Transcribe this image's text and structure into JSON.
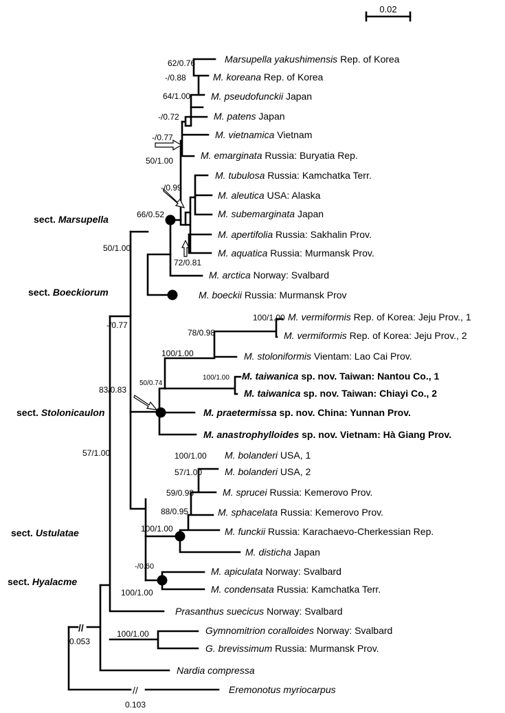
{
  "scale_bar": {
    "label": "0.02"
  },
  "taxa": [
    {
      "id": "t1",
      "name": "Marsupella yakushimensis",
      "locality": " Rep. of Korea",
      "bold": false
    },
    {
      "id": "t2",
      "name": "M. koreana",
      "locality": " Rep. of Korea",
      "bold": false
    },
    {
      "id": "t3",
      "name": "M. pseudofunckii",
      "locality": " Japan",
      "bold": false
    },
    {
      "id": "t4",
      "name": "M. patens",
      "locality": " Japan",
      "bold": false
    },
    {
      "id": "t5",
      "name": "M. vietnamica",
      "locality": " Vietnam",
      "bold": false
    },
    {
      "id": "t6",
      "name": "M. emarginata",
      "locality": " Russia: Buryatia Rep.",
      "bold": false
    },
    {
      "id": "t7",
      "name": "M. tubulosa",
      "locality": " Russia: Kamchatka Terr.",
      "bold": false
    },
    {
      "id": "t8",
      "name": "M. aleutica",
      "locality": " USA: Alaska",
      "bold": false
    },
    {
      "id": "t9",
      "name": "M. subemarginata",
      "locality": " Japan",
      "bold": false
    },
    {
      "id": "t10",
      "name": "M. apertifolia",
      "locality": " Russia: Sakhalin Prov.",
      "bold": false
    },
    {
      "id": "t11",
      "name": "M. aquatica",
      "locality": " Russia: Murmansk Prov.",
      "bold": false
    },
    {
      "id": "t12",
      "name": "M. arctica",
      "locality": " Norway: Svalbard",
      "bold": false
    },
    {
      "id": "t13",
      "name": "M. boeckii",
      "locality": " Russia: Murmansk Prov",
      "bold": false
    },
    {
      "id": "t14",
      "name": "M. vermiformis",
      "locality": " Rep. of Korea: Jeju Prov., 1",
      "bold": false
    },
    {
      "id": "t15",
      "name": "M. vermiformis",
      "locality": " Rep. of Korea: Jeju Prov., 2",
      "bold": false
    },
    {
      "id": "t16",
      "name": "M. stoloniformis",
      "locality": " Vientam: Lao Cai Prov.",
      "bold": false
    },
    {
      "id": "t17",
      "name": "M. taiwanica",
      "locality": " sp. nov. Taiwan: Nantou Co., 1",
      "bold": true
    },
    {
      "id": "t18",
      "name": "M. taiwanica",
      "locality": " sp. nov. Taiwan: Chiayi Co., 2",
      "bold": true
    },
    {
      "id": "t19",
      "name": "M. praetermissa",
      "locality": " sp. nov. China: Yunnan Prov.",
      "bold": true
    },
    {
      "id": "t20",
      "name": "M. anastrophylloides",
      "locality": " sp. nov. Vietnam: Hà Giang Prov.",
      "bold": true
    },
    {
      "id": "t21",
      "name": "M. bolanderi",
      "locality": " USA, 1",
      "bold": false
    },
    {
      "id": "t22",
      "name": "M. bolanderi",
      "locality": " USA, 2",
      "bold": false
    },
    {
      "id": "t23",
      "name": "M. sprucei",
      "locality": " Russia: Kemerovo Prov.",
      "bold": false
    },
    {
      "id": "t24",
      "name": "M. sphacelata",
      "locality": " Russia: Kemerovo Prov.",
      "bold": false
    },
    {
      "id": "t25",
      "name": "M. funckii",
      "locality": " Russia: Karachaevo-Cherkessian Rep.",
      "bold": false
    },
    {
      "id": "t26",
      "name": "M. disticha",
      "locality": " Japan",
      "bold": false
    },
    {
      "id": "t27",
      "name": "M. apiculata",
      "locality": " Norway: Svalbard",
      "bold": false
    },
    {
      "id": "t28",
      "name": "M. condensata",
      "locality": " Russia: Kamchatka Terr.",
      "bold": false
    },
    {
      "id": "t29",
      "name": "Prasanthus suecicus",
      "locality": " Norway: Svalbard",
      "bold": false
    },
    {
      "id": "t30",
      "name": "Gymnomitrion coralloides",
      "locality": " Norway: Svalbard",
      "bold": false
    },
    {
      "id": "t31",
      "name": "G. brevissimum",
      "locality": " Russia: Murmansk Prov.",
      "bold": false
    },
    {
      "id": "t32",
      "name": "Nardia compressa",
      "locality": "",
      "bold": false
    },
    {
      "id": "t33",
      "name": "Eremonotus myriocarpus",
      "locality": "",
      "bold": false
    }
  ],
  "support_values": [
    "62/0.76",
    "-/0.88",
    "64/1.00",
    "-/0.72",
    "-/0.77",
    "50/1.00",
    "-/0.99",
    "66/0.52",
    "72/0.81",
    "50/1.00",
    "-/0.77",
    "100/1.00",
    "78/0.98",
    "100/1.00",
    "50/0.74",
    "100/1.00",
    "83/0.83",
    "57/1.00",
    "100/1.00",
    "57/1.00",
    "59/0.98",
    "88/0.95",
    "100/1.00",
    "-/0.60",
    "100/1.00",
    "100/1.00"
  ],
  "sections": [
    {
      "prefix": "sect. ",
      "name": "Marsupella"
    },
    {
      "prefix": "sect. ",
      "name": "Boeckiorum"
    },
    {
      "prefix": "sect. ",
      "name": "Stolonicaulon"
    },
    {
      "prefix": "sect. ",
      "name": "Ustulatae"
    },
    {
      "prefix": "sect. ",
      "name": "Hyalacme"
    }
  ],
  "broken_branches": [
    {
      "symbol": "//",
      "length": "0.053"
    },
    {
      "symbol": "//",
      "length": "0.103"
    }
  ]
}
